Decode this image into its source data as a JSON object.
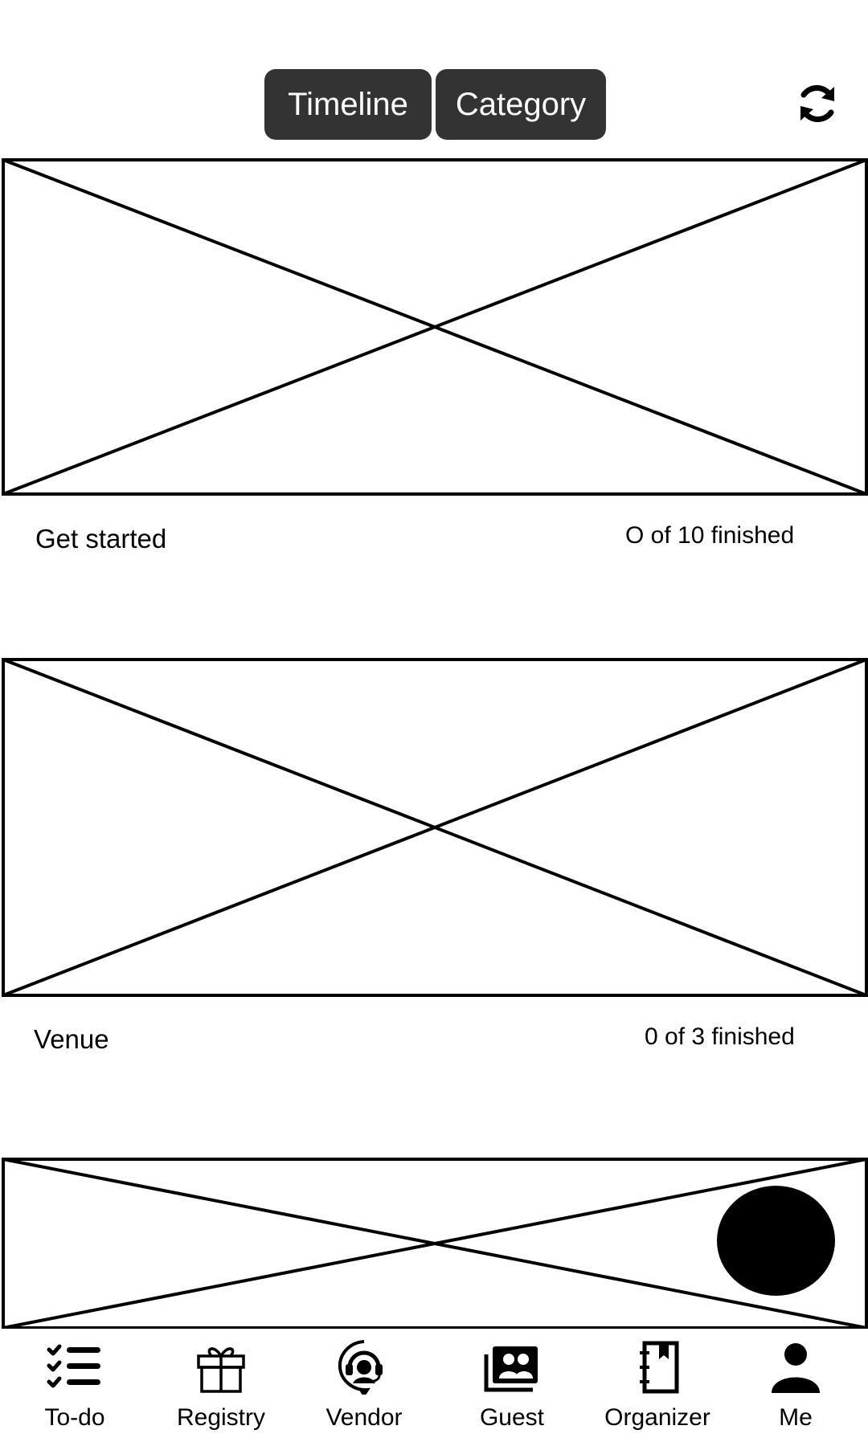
{
  "header": {
    "tabs": [
      {
        "label": "Timeline"
      },
      {
        "label": "Category"
      }
    ],
    "refresh_icon": "refresh-icon"
  },
  "cards": [
    {
      "title": "Get started",
      "progress": "O of 10 finished"
    },
    {
      "title": "Venue",
      "progress": "0 of 3 finished"
    },
    {
      "title": "",
      "progress": ""
    }
  ],
  "fab": {
    "icon": "circle-button"
  },
  "bottom_nav": {
    "items": [
      {
        "label": "To-do",
        "icon": "checklist-icon"
      },
      {
        "label": "Registry",
        "icon": "gift-icon"
      },
      {
        "label": "Vendor",
        "icon": "headset-icon"
      },
      {
        "label": "Guest",
        "icon": "guests-icon"
      },
      {
        "label": "Organizer",
        "icon": "notebook-icon"
      },
      {
        "label": "Me",
        "icon": "person-icon"
      }
    ]
  },
  "colors": {
    "segment_bg": "#333333",
    "segment_text": "#ffffff",
    "line": "#000000"
  }
}
